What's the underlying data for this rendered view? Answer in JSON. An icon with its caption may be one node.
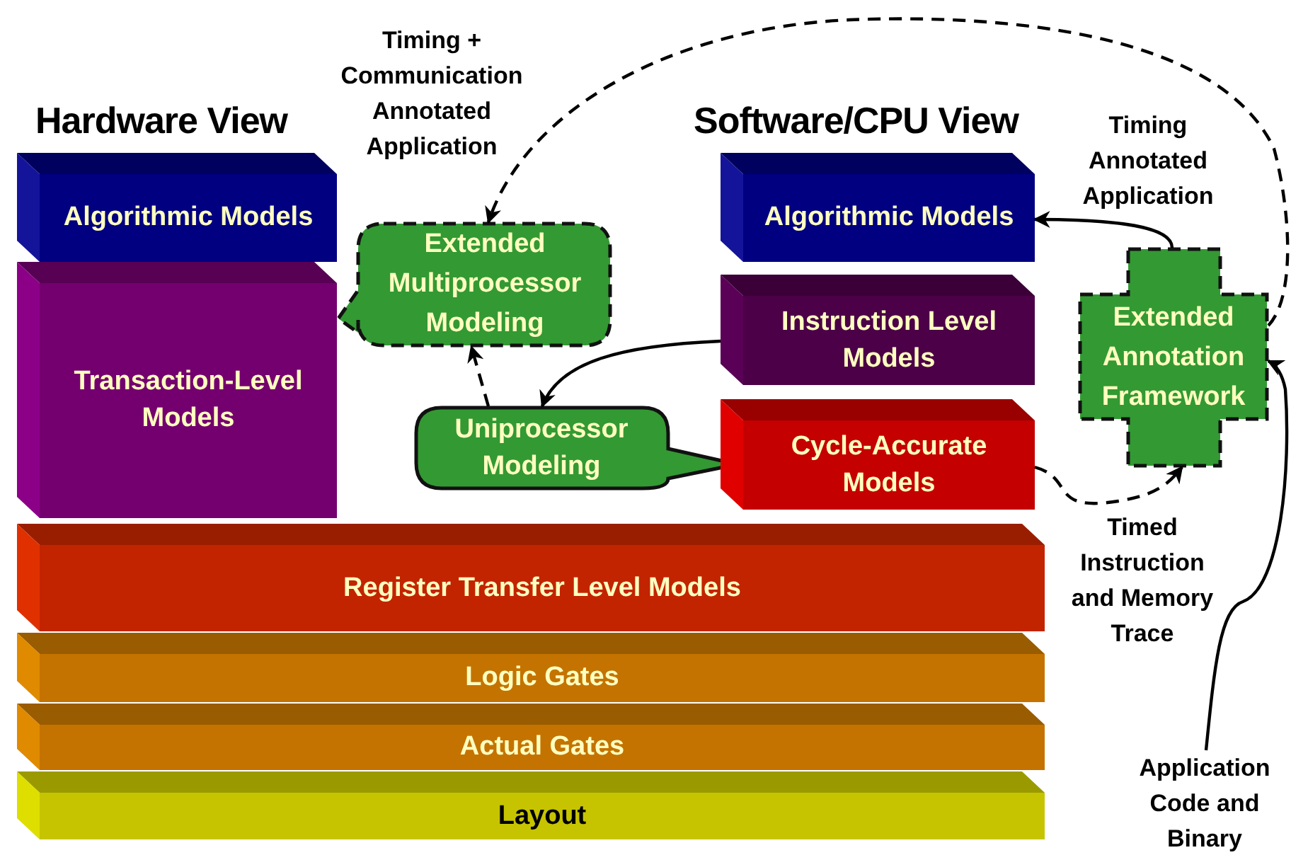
{
  "diagram": {
    "nodes": [
      {
        "text": [
          "Algorithmic Models"
        ]
      },
      {
        "text": [
          "Transaction-Level Models"
        ]
      },
      {
        "text": [
          "Extended Multiprocessor Modeling"
        ]
      },
      {
        "text": [
          "Algorithmic Models"
        ]
      },
      {
        "text": [
          "Instruction Level Models"
        ]
      },
      {
        "text": [
          "Uniprocessor Modeling"
        ]
      },
      {
        "text": [
          "Cycle-Accurate Models"
        ]
      },
      {
        "text": [
          "Extended Annotation Framework"
        ]
      },
      {
        "text": [
          "Register Transfer Level Models"
        ]
      },
      {
        "text": [
          "Logic Gates"
        ]
      },
      {
        "text": [
          "Actual Gates"
        ]
      },
      {
        "text": [
          "Layout"
        ]
      },
      {
        "text": [
          "Application Code and Binary"
        ]
      }
    ],
    "edges": [
      {
        "from": 7,
        "to": 2,
        "arrow": "to",
        "style": "dashed",
        "label": "Timing + Communication Annotated Application"
      },
      {
        "from": 7,
        "to": 3,
        "arrow": "to",
        "label": "Timing Annotated Application"
      },
      {
        "from": 4,
        "to": 5,
        "arrow": "to"
      },
      {
        "from": 5,
        "to": 2,
        "arrow": "to",
        "style": "dashed"
      },
      {
        "from": 6,
        "to": 7,
        "arrow": "to",
        "style": "dashed",
        "label": "Timed Instruction and Memory Trace"
      },
      {
        "from": 12,
        "to": 7,
        "arrow": "to"
      }
    ],
    "labels": [
      "Hardware View",
      "Software/CPU View"
    ]
  }
}
